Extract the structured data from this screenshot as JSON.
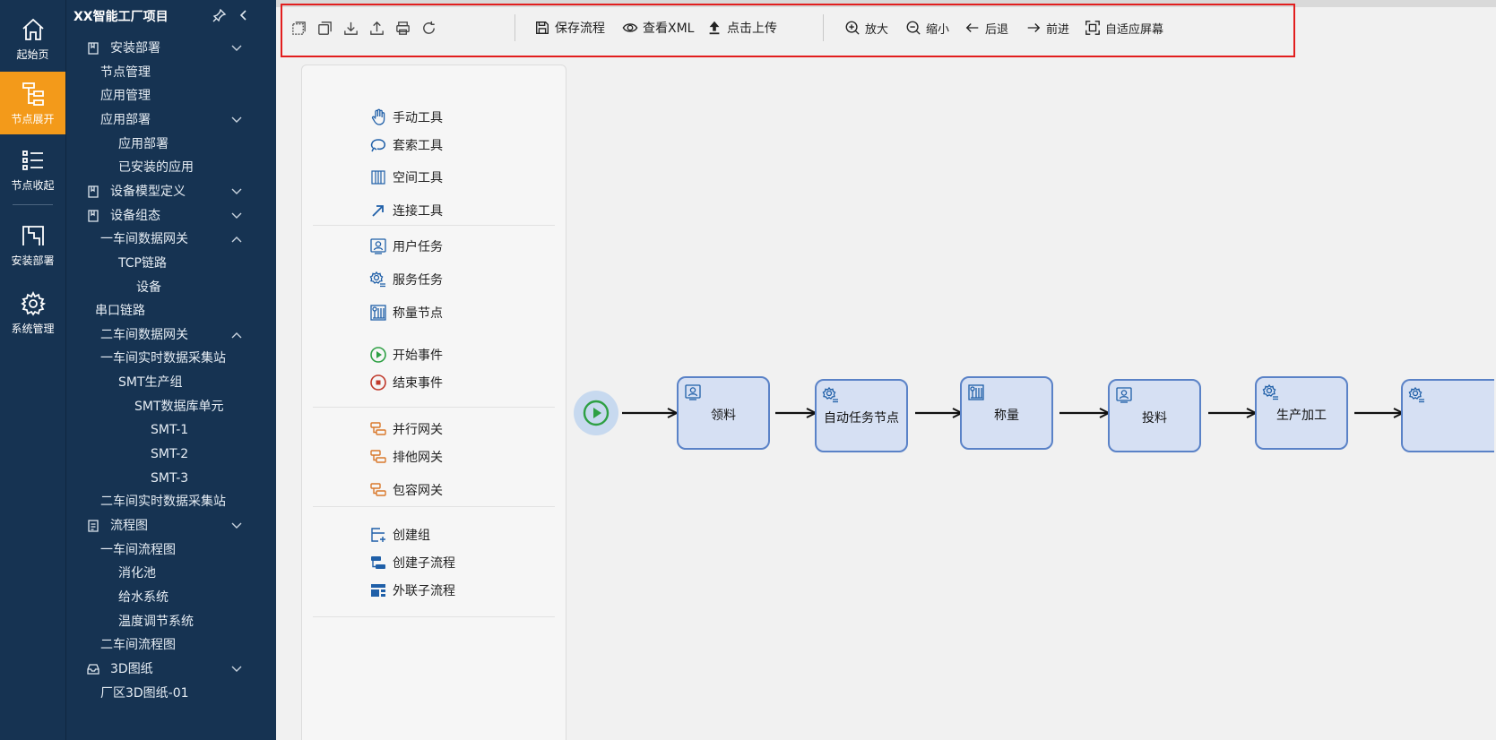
{
  "rail": {
    "items": [
      {
        "label": "起始页",
        "icon": "home-icon"
      },
      {
        "label": "节点展开",
        "icon": "tree-expand-icon",
        "active": true
      },
      {
        "label": "节点收起",
        "icon": "list-collapse-icon"
      },
      {
        "label": "安装部署",
        "icon": "deploy-icon"
      },
      {
        "label": "系统管理",
        "icon": "gear-icon"
      }
    ]
  },
  "sidebar": {
    "title": "XX智能工厂项目",
    "items": [
      {
        "label": "安装部署",
        "level": 0,
        "icon": "book-icon",
        "chevron": "down"
      },
      {
        "label": "节点管理",
        "level": 1
      },
      {
        "label": "应用管理",
        "level": 1
      },
      {
        "label": "应用部署",
        "level": 1,
        "chevron": "down"
      },
      {
        "label": "应用部署",
        "level": 2
      },
      {
        "label": "已安装的应用",
        "level": 2
      },
      {
        "label": "设备模型定义",
        "level": 0,
        "icon": "book-icon",
        "chevron": "down"
      },
      {
        "label": "设备组态",
        "level": 0,
        "icon": "book-icon",
        "chevron": "down"
      },
      {
        "label": "一车间数据网关",
        "level": 1,
        "chevron": "up"
      },
      {
        "label": "TCP链路",
        "level": 2
      },
      {
        "label": "设备",
        "level": 3
      },
      {
        "label": "串口链路",
        "level": 1.6
      },
      {
        "label": "二车间数据网关",
        "level": 1,
        "chevron": "up"
      },
      {
        "label": "一车间实时数据采集站",
        "level": 1
      },
      {
        "label": "SMT生产组",
        "level": 2
      },
      {
        "label": "SMT数据库单元",
        "level": 2.9
      },
      {
        "label": "SMT-1",
        "level": 4
      },
      {
        "label": "SMT-2",
        "level": 4
      },
      {
        "label": "SMT-3",
        "level": 4
      },
      {
        "label": "二车间实时数据采集站",
        "level": 1
      },
      {
        "label": "流程图",
        "level": 0,
        "icon": "document-icon",
        "chevron": "down"
      },
      {
        "label": "一车间流程图",
        "level": 1
      },
      {
        "label": "消化池",
        "level": 2
      },
      {
        "label": "给水系统",
        "level": 2
      },
      {
        "label": "温度调节系统",
        "level": 2
      },
      {
        "label": "二车间流程图",
        "level": 1
      },
      {
        "label": "3D图纸",
        "level": 0,
        "icon": "box-icon",
        "chevron": "down"
      },
      {
        "label": "厂区3D图纸-01",
        "level": 1
      }
    ]
  },
  "toolbar": {
    "icon_buttons": [
      "select-all-icon",
      "copy-icon",
      "download-icon",
      "upload-icon",
      "print-icon",
      "refresh-icon"
    ],
    "save_label": "保存流程",
    "view_xml_label": "查看XML",
    "upload_label": "点击上传",
    "zoom_in_label": "放大",
    "zoom_out_label": "缩小",
    "back_label": "后退",
    "forward_label": "前进",
    "fit_label": "自适应屏幕"
  },
  "palette": {
    "groups": [
      [
        {
          "label": "手动工具",
          "icon": "hand-icon"
        },
        {
          "label": "套索工具",
          "icon": "lasso-icon"
        },
        {
          "label": "空间工具",
          "icon": "space-tool-icon"
        },
        {
          "label": "连接工具",
          "icon": "connect-arrow-icon"
        }
      ],
      [
        {
          "label": "用户任务",
          "icon": "user-task-icon"
        },
        {
          "label": "服务任务",
          "icon": "service-task-icon"
        },
        {
          "label": "称量节点",
          "icon": "weigh-node-icon"
        }
      ],
      [
        {
          "label": "开始事件",
          "icon": "start-event-icon"
        },
        {
          "label": "结束事件",
          "icon": "end-event-icon"
        }
      ],
      [
        {
          "label": "并行网关",
          "icon": "parallel-gateway-icon"
        },
        {
          "label": "排他网关",
          "icon": "exclusive-gateway-icon"
        },
        {
          "label": "包容网关",
          "icon": "inclusive-gateway-icon"
        }
      ],
      [
        {
          "label": "创建组",
          "icon": "create-group-icon"
        },
        {
          "label": "创建子流程",
          "icon": "create-subprocess-icon"
        },
        {
          "label": "外联子流程",
          "icon": "external-subprocess-icon"
        }
      ]
    ]
  },
  "flow": {
    "nodes": [
      {
        "label": "领料",
        "icon": "user-task-icon"
      },
      {
        "label": "自动任务节点",
        "icon": "service-task-icon"
      },
      {
        "label": "称量",
        "icon": "weigh-node-icon"
      },
      {
        "label": "投料",
        "icon": "user-task-icon"
      },
      {
        "label": "生产加工",
        "icon": "service-task-icon"
      },
      {
        "label": "",
        "icon": "service-task-icon"
      }
    ]
  },
  "colors": {
    "sidebar_bg": "#163352",
    "rail_active": "#f39a1a",
    "node_fill": "#d6e0f3",
    "node_border": "#5a82c7",
    "highlight": "#e21e1e",
    "icon_blue": "#1f5fa8",
    "icon_orange": "#d9782b",
    "start_green": "#2ea044",
    "end_red": "#c0392b"
  }
}
